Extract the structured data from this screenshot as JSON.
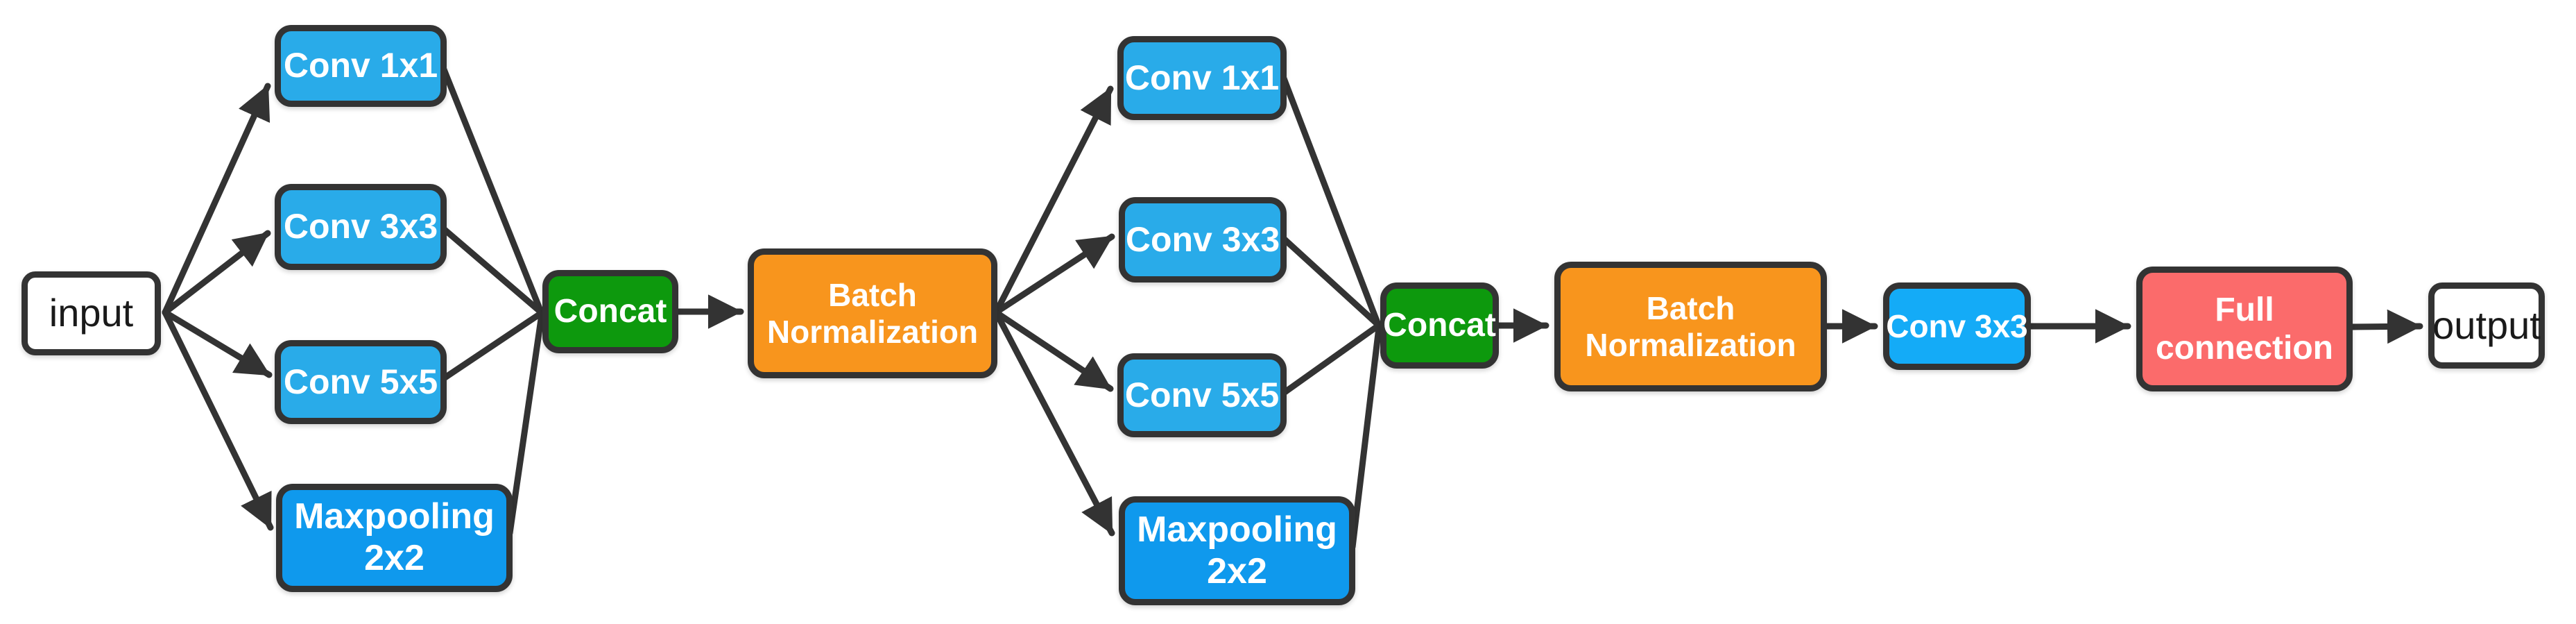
{
  "diagram": {
    "input_label": "input",
    "output_label": "output",
    "stage1": {
      "conv1x1": "Conv 1x1",
      "conv3x3": "Conv 3x3",
      "conv5x5": "Conv 5x5",
      "maxpool": "Maxpooling 2x2",
      "concat": "Concat",
      "batchnorm": "Batch Normalization"
    },
    "stage2": {
      "conv1x1": "Conv 1x1",
      "conv3x3": "Conv 3x3",
      "conv5x5": "Conv 5x5",
      "maxpool": "Maxpooling 2x2",
      "concat": "Concat",
      "batchnorm": "Batch Normalization"
    },
    "head": {
      "conv3x3": "Conv 3x3",
      "full_connection": "Full connection"
    },
    "palette": {
      "conv_blue": "#29ABE9",
      "head_conv_blue": "#14ABF7",
      "maxpool_blue": "#0F99ED",
      "concat_green": "#0D990D",
      "batchnorm_orange": "#F8951D",
      "full_connection_red": "#FB6B6B",
      "io_fill": "#FFFFFF",
      "edge_color": "#333333",
      "text_light": "#FFFFFF",
      "text_dark": "#1A1A1A"
    }
  }
}
